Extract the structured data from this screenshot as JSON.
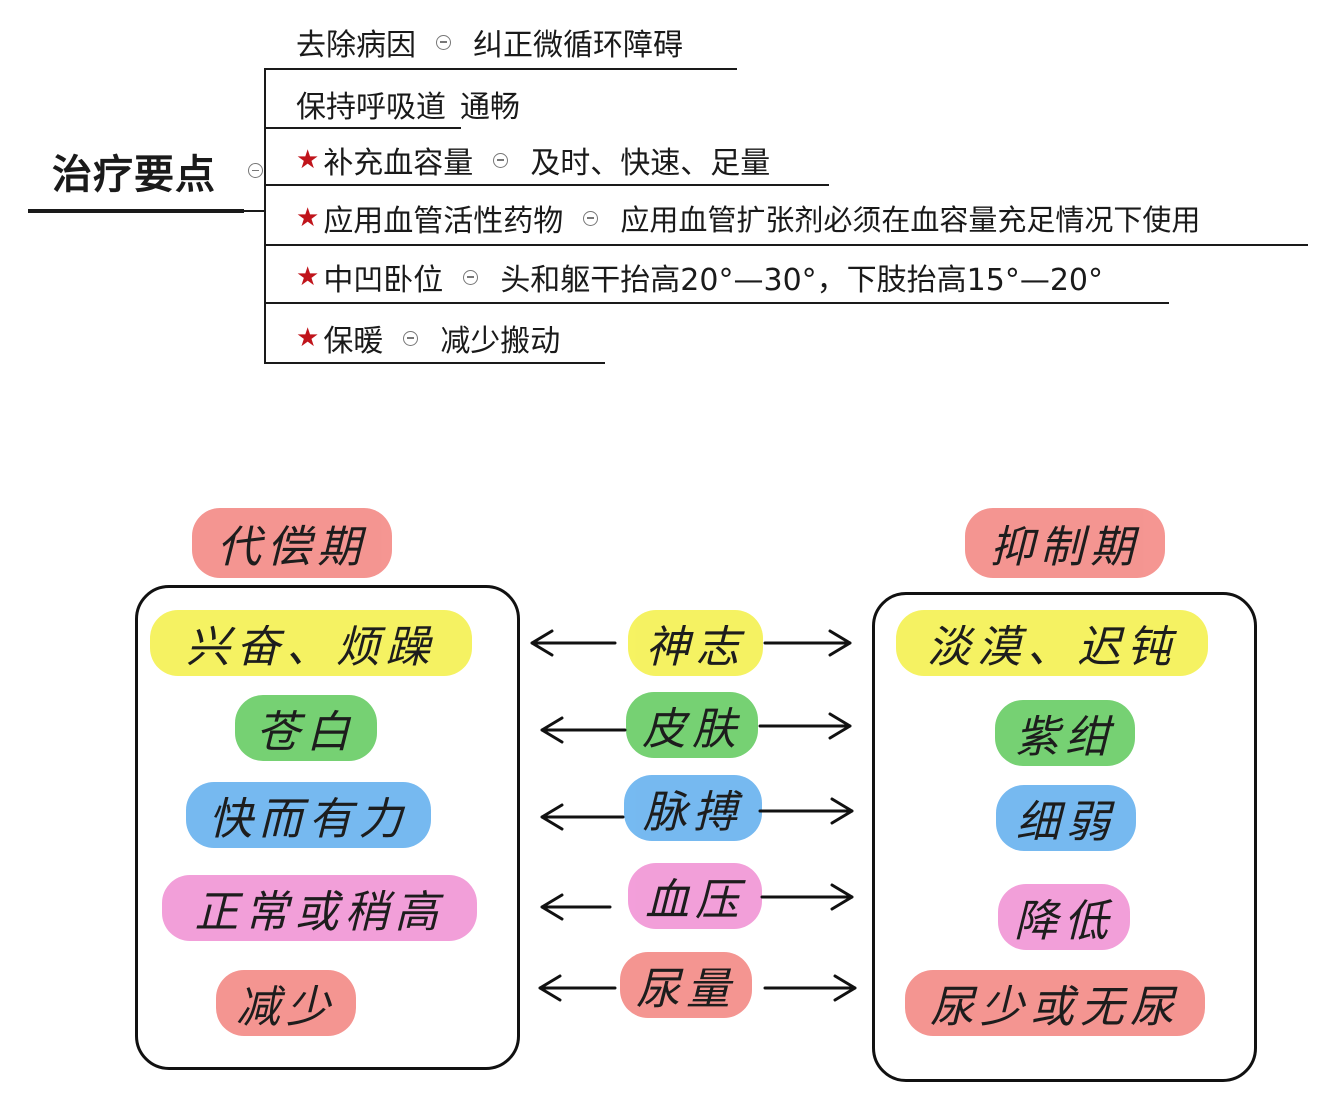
{
  "mindmap": {
    "root": "治疗要点",
    "branches": [
      {
        "starred": false,
        "label": "去除病因",
        "detail": "纠正微循环障碍"
      },
      {
        "starred": false,
        "label": "保持呼吸道",
        "detail": "通畅"
      },
      {
        "starred": true,
        "label": "补充血容量",
        "detail": "及时、快速、足量"
      },
      {
        "starred": true,
        "label": "应用血管活性药物",
        "detail": "应用血管扩张剂必须在血容量充足情况下使用"
      },
      {
        "starred": true,
        "label": "中凹卧位",
        "detail": "头和躯干抬高20°—30°，下肢抬高15°—20°"
      },
      {
        "starred": true,
        "label": "保暖",
        "detail": "减少搬动"
      }
    ],
    "star_color": "#c0141b"
  },
  "compare": {
    "left_title": "代偿期",
    "right_title": "抑制期",
    "title_color": "#f4908c",
    "rows": [
      {
        "left": "兴奋、烦躁",
        "center": "神志",
        "right": "淡漠、迟钝",
        "color": "#f5f25a"
      },
      {
        "left": "苍白",
        "center": "皮肤",
        "right": "紫绀",
        "color": "#6fcf6c"
      },
      {
        "left": "快而有力",
        "center": "脉搏",
        "right": "细弱",
        "color": "#6fb6f0"
      },
      {
        "left": "正常或稍高",
        "center": "血压",
        "right": "降低",
        "color": "#f29ad8"
      },
      {
        "left": "减少",
        "center": "尿量",
        "right": "尿少或无尿",
        "color": "#f4908c"
      }
    ]
  }
}
